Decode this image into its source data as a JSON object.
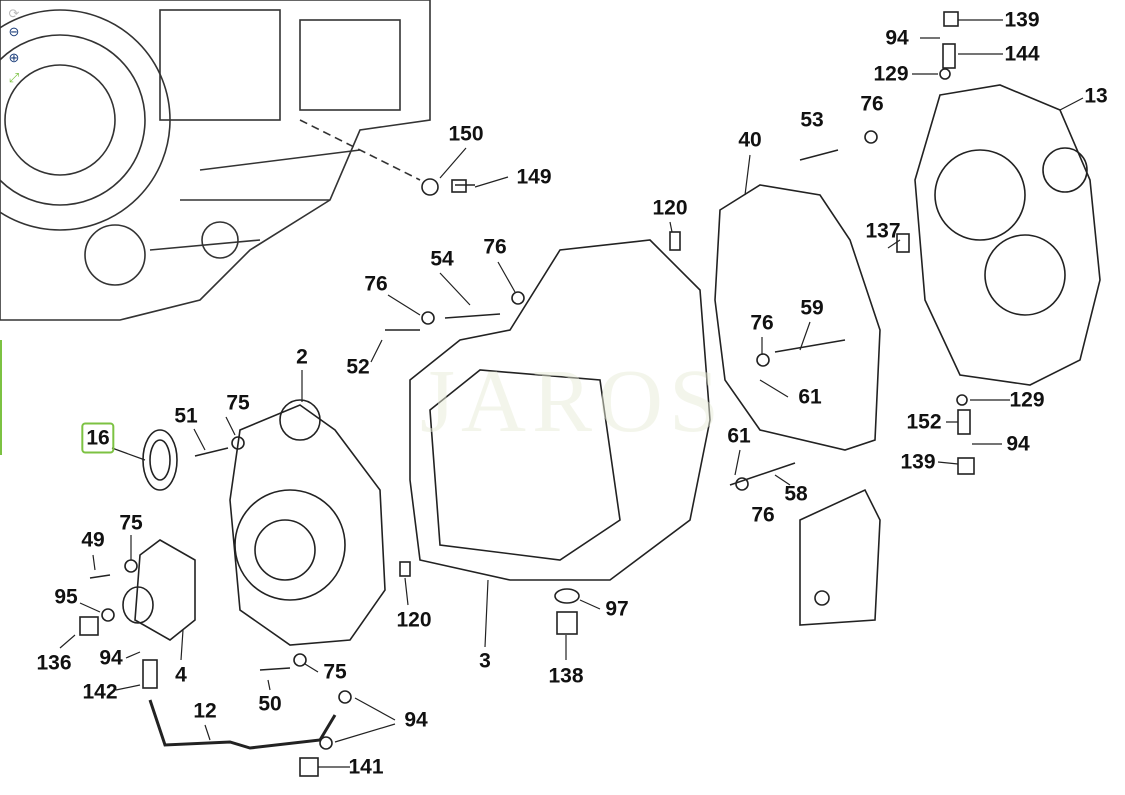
{
  "viewer": {
    "tools": [
      {
        "icon": "rotate-icon",
        "glyph": "⟳"
      },
      {
        "icon": "zoom-out-icon",
        "glyph": "⊖"
      },
      {
        "icon": "zoom-in-icon",
        "glyph": "⊕"
      },
      {
        "icon": "fit-icon",
        "glyph": "⤢"
      }
    ],
    "accent_color": "#7cc242",
    "selected_callout": "16"
  },
  "watermark": "JAROS",
  "callouts": [
    "139",
    "94",
    "144",
    "129",
    "13",
    "76",
    "53",
    "150",
    "40",
    "149",
    "120",
    "137",
    "76",
    "54",
    "76",
    "59",
    "76",
    "2",
    "52",
    "61",
    "129",
    "75",
    "51",
    "152",
    "16",
    "94",
    "61",
    "139",
    "58",
    "76",
    "75",
    "49",
    "95",
    "97",
    "120",
    "136",
    "94",
    "4",
    "75",
    "3",
    "138",
    "142",
    "50",
    "12",
    "94",
    "141"
  ]
}
